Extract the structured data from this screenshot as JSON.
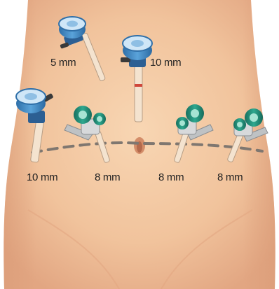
{
  "figure": {
    "colors": {
      "skin_light": "#f6cfa9",
      "skin_mid": "#eab38c",
      "skin_shadow": "#d99a76",
      "dashed_line": "#7f7770",
      "port_blue": "#3c86c4",
      "port_blue_light": "#bfe0f6",
      "port_teal": "#1f8f7e",
      "port_teal_light": "#59c3a8",
      "cannula": "#f4e3cf"
    },
    "ports": [
      {
        "type": "blue",
        "label": "5 mm"
      },
      {
        "type": "blue",
        "label": "10 mm"
      },
      {
        "type": "blue",
        "label": "10 mm"
      },
      {
        "type": "teal",
        "label": "8 mm"
      },
      {
        "type": "teal",
        "label": "8 mm"
      },
      {
        "type": "teal",
        "label": "8 mm"
      }
    ]
  }
}
